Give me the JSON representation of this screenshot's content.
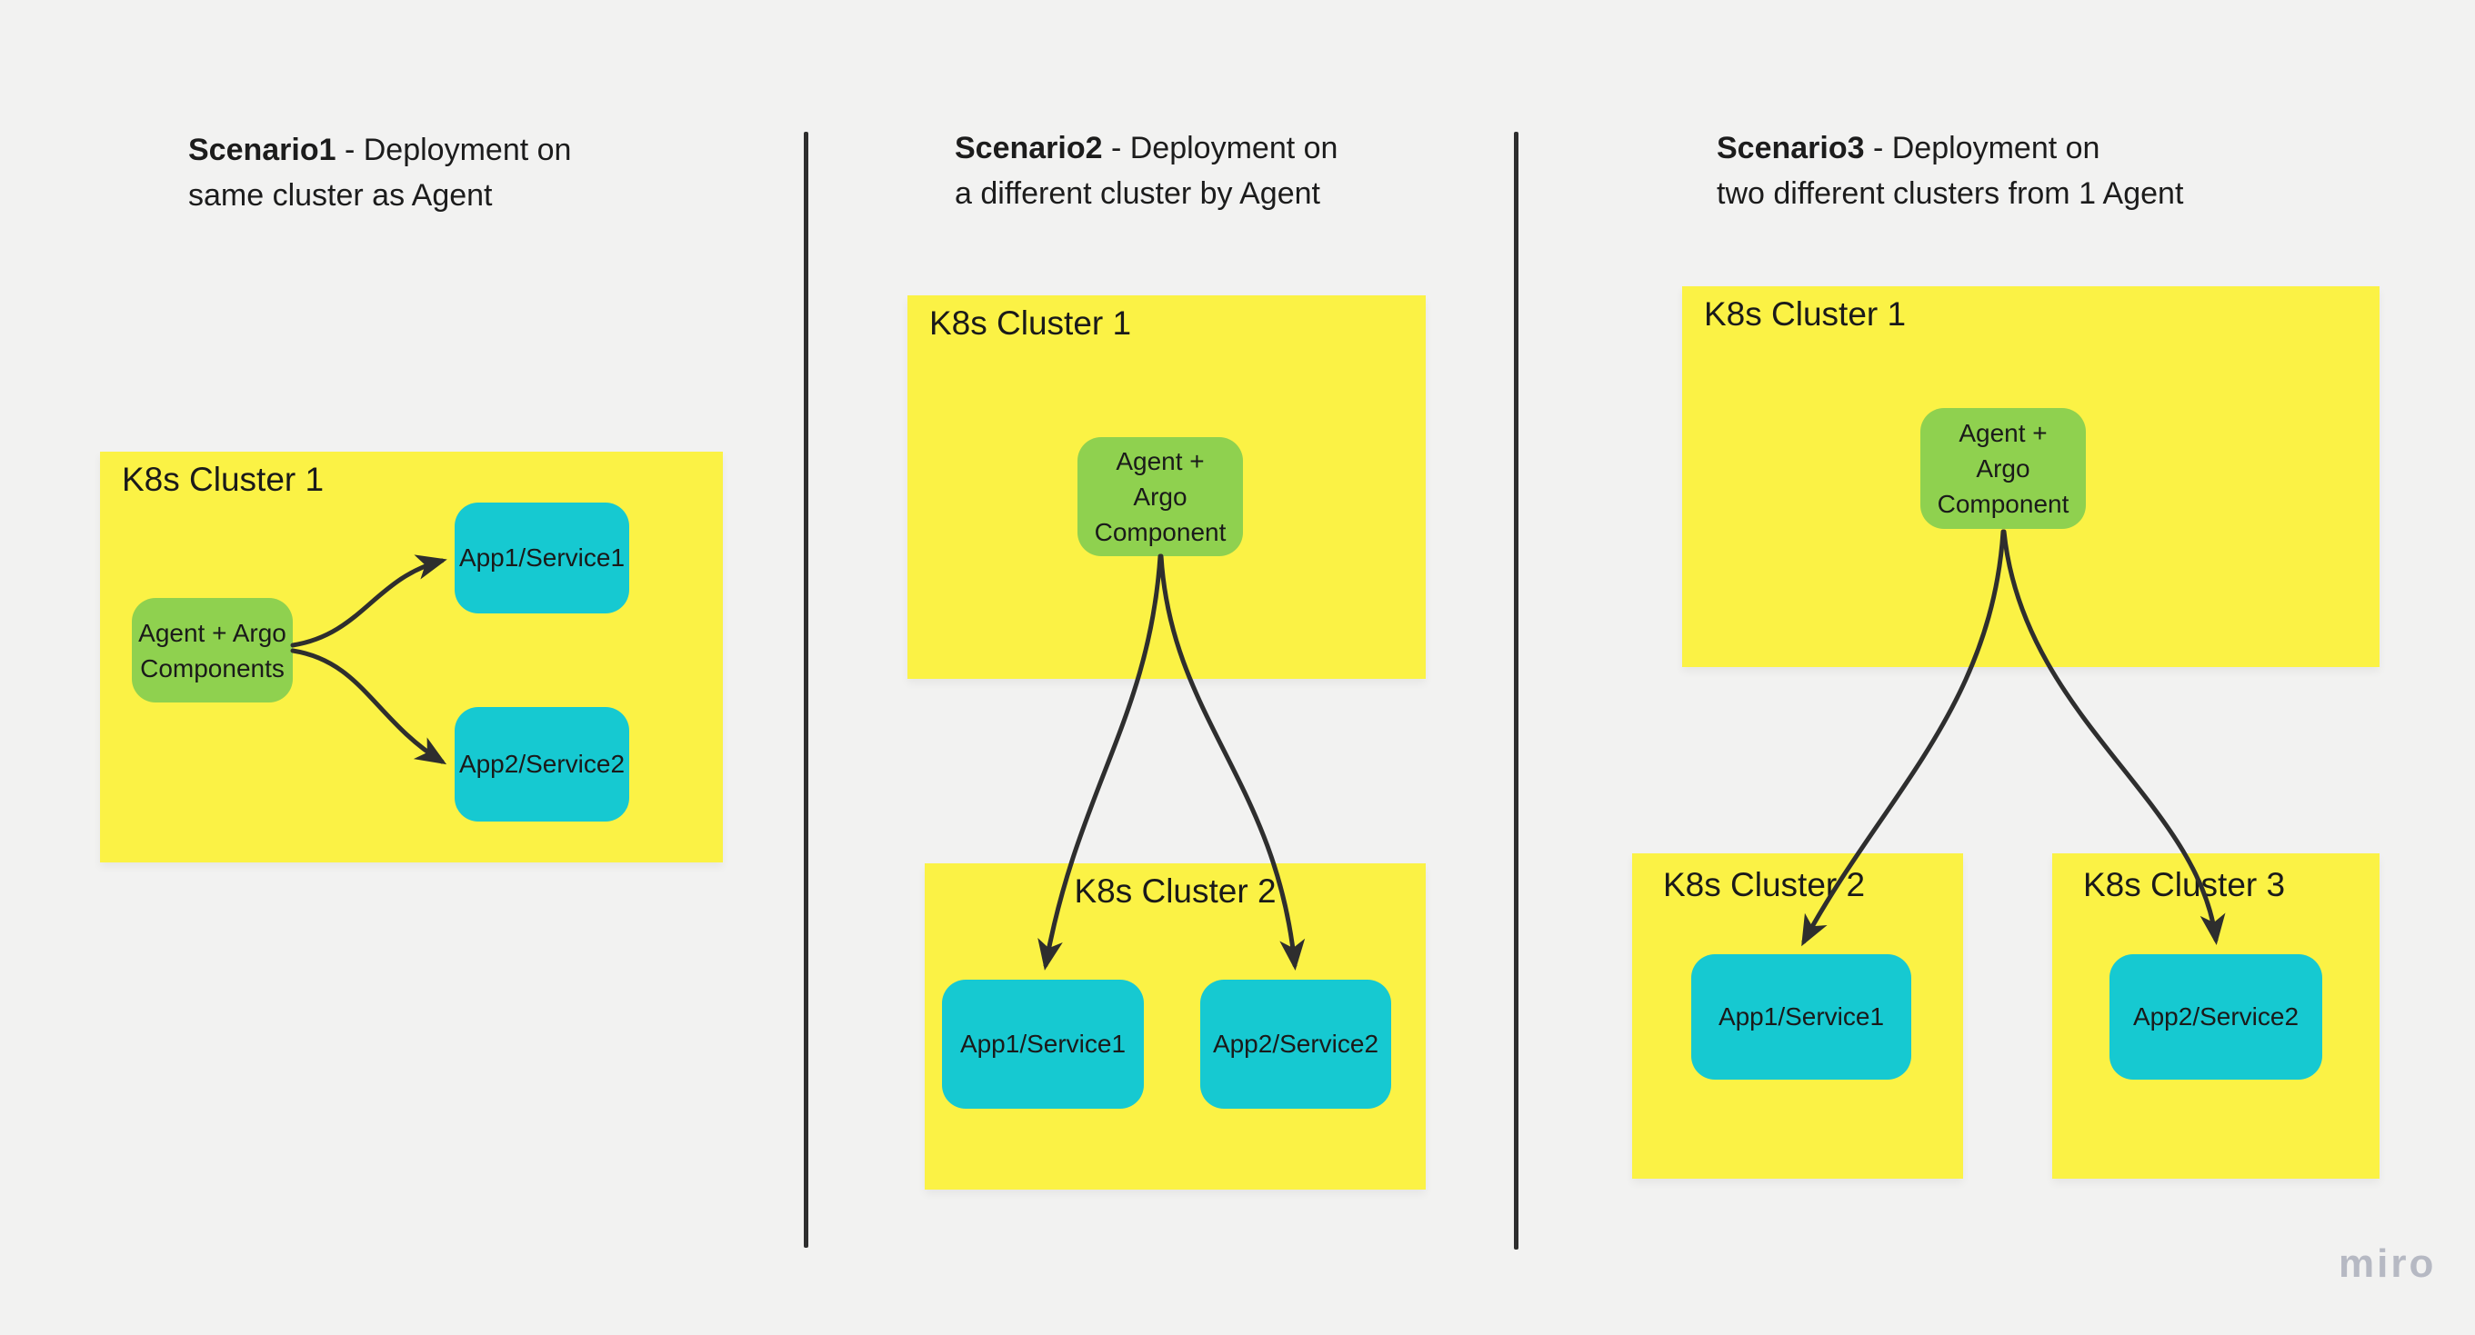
{
  "watermark": {
    "label": "miro"
  },
  "colors": {
    "background": "#f2f2f1",
    "sticky_yellow": "#fbf245",
    "node_green": "#8fd14f",
    "node_cyan": "#16c9d1",
    "connector": "#2e2e2e",
    "text": "#1a1a1a",
    "watermark_gray": "#b6b9c3"
  },
  "scenario1": {
    "title_bold": "Scenario1",
    "title_rest": " - Deployment on",
    "title_line2": "same cluster as Agent",
    "cluster1": {
      "label": "K8s Cluster 1"
    },
    "agent": {
      "line1": "Agent + Argo",
      "line2": "Components"
    },
    "app1": {
      "label": "App1/Service1"
    },
    "app2": {
      "label": "App2/Service2"
    }
  },
  "scenario2": {
    "title_bold": "Scenario2",
    "title_rest": " - Deployment on",
    "title_line2": "a different cluster by Agent",
    "cluster1": {
      "label": "K8s Cluster 1"
    },
    "agent": {
      "line1": "Agent +",
      "line2": "Argo",
      "line3": "Component"
    },
    "cluster2": {
      "label": "K8s Cluster 2"
    },
    "app1": {
      "label": "App1/Service1"
    },
    "app2": {
      "label": "App2/Service2"
    }
  },
  "scenario3": {
    "title_bold": "Scenario3",
    "title_rest": " - Deployment on",
    "title_line2": "two different clusters from 1 Agent",
    "cluster1": {
      "label": "K8s Cluster 1"
    },
    "agent": {
      "line1": "Agent +",
      "line2": "Argo",
      "line3": "Component"
    },
    "cluster2": {
      "label": "K8s Cluster 2"
    },
    "cluster3": {
      "label": "K8s Cluster 3"
    },
    "app1": {
      "label": "App1/Service1"
    },
    "app2": {
      "label": "App2/Service2"
    }
  }
}
